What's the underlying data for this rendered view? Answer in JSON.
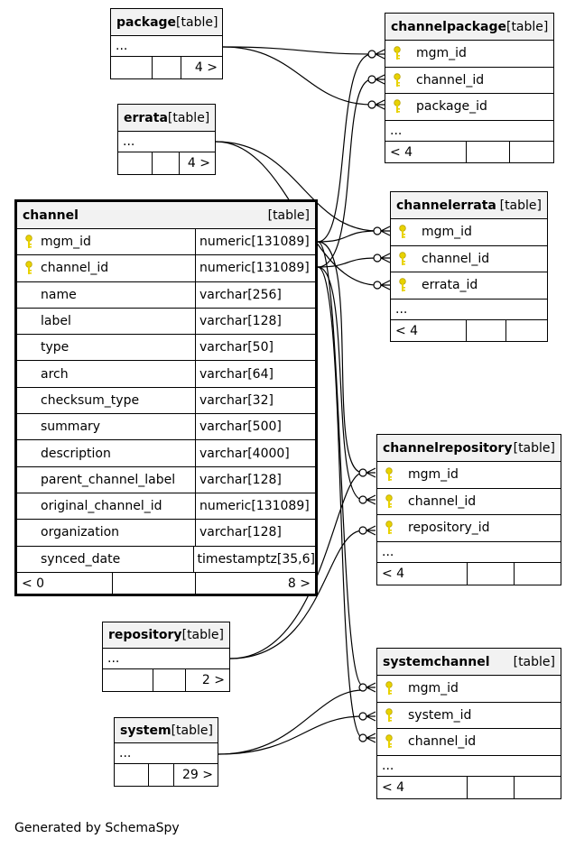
{
  "footer": "Generated by SchemaSpy",
  "type_label": "[table]",
  "tables": {
    "package": {
      "name": "package",
      "ellipsis": "...",
      "foot": [
        "",
        "",
        "4 >"
      ]
    },
    "errata": {
      "name": "errata",
      "ellipsis": "...",
      "foot": [
        "",
        "",
        "4 >"
      ]
    },
    "repository": {
      "name": "repository",
      "ellipsis": "...",
      "foot": [
        "",
        "",
        "2 >"
      ]
    },
    "system": {
      "name": "system",
      "ellipsis": "...",
      "foot": [
        "",
        "",
        "29 >"
      ]
    },
    "channel": {
      "name": "channel",
      "columns": [
        {
          "name": "mgm_id",
          "type": "numeric[131089]",
          "key": true
        },
        {
          "name": "channel_id",
          "type": "numeric[131089]",
          "key": true
        },
        {
          "name": "name",
          "type": "varchar[256]",
          "key": false
        },
        {
          "name": "label",
          "type": "varchar[128]",
          "key": false
        },
        {
          "name": "type",
          "type": "varchar[50]",
          "key": false
        },
        {
          "name": "arch",
          "type": "varchar[64]",
          "key": false
        },
        {
          "name": "checksum_type",
          "type": "varchar[32]",
          "key": false
        },
        {
          "name": "summary",
          "type": "varchar[500]",
          "key": false
        },
        {
          "name": "description",
          "type": "varchar[4000]",
          "key": false
        },
        {
          "name": "parent_channel_label",
          "type": "varchar[128]",
          "key": false
        },
        {
          "name": "original_channel_id",
          "type": "numeric[131089]",
          "key": false
        },
        {
          "name": "organization",
          "type": "varchar[128]",
          "key": false
        },
        {
          "name": "synced_date",
          "type": "timestamptz[35,6]",
          "key": false
        }
      ],
      "foot": [
        "< 0",
        "",
        "8 >"
      ]
    },
    "channelpackage": {
      "name": "channelpackage",
      "columns": [
        "mgm_id",
        "channel_id",
        "package_id"
      ],
      "ellipsis": "...",
      "foot": [
        "< 4",
        "",
        ""
      ]
    },
    "channelerrata": {
      "name": "channelerrata",
      "columns": [
        "mgm_id",
        "channel_id",
        "errata_id"
      ],
      "ellipsis": "...",
      "foot": [
        "< 4",
        "",
        ""
      ]
    },
    "channelrepository": {
      "name": "channelrepository",
      "columns": [
        "mgm_id",
        "channel_id",
        "repository_id"
      ],
      "ellipsis": "...",
      "foot": [
        "< 4",
        "",
        ""
      ]
    },
    "systemchannel": {
      "name": "systemchannel",
      "columns": [
        "mgm_id",
        "system_id",
        "channel_id"
      ],
      "ellipsis": "...",
      "foot": [
        "< 4",
        "",
        ""
      ]
    }
  },
  "colors": {
    "key": "#e8d200",
    "header_bg": "#f2f2f2",
    "line": "#000000"
  }
}
